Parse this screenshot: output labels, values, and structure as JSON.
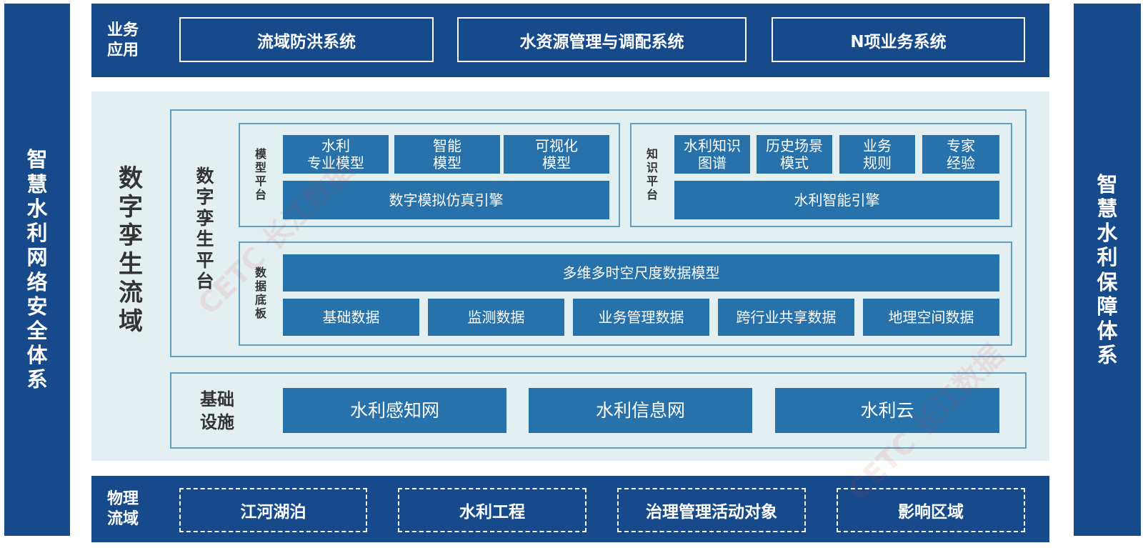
{
  "left_pillar": {
    "chars": [
      "智",
      "慧",
      "水",
      "利",
      "网",
      "络",
      "安",
      "全",
      "体",
      "系"
    ]
  },
  "right_pillar": {
    "chars": [
      "智",
      "慧",
      "水",
      "利",
      "保",
      "障",
      "体",
      "系"
    ]
  },
  "business_apps": {
    "label_lines": [
      "业务",
      "应用"
    ],
    "items": [
      "流域防洪系统",
      "水资源管理与调配系统",
      "N项业务系统"
    ]
  },
  "digital_twin_basin": {
    "title_chars": [
      "数",
      "字",
      "孪",
      "生",
      "流",
      "域"
    ]
  },
  "twin_platform": {
    "title_chars": [
      "数",
      "字",
      "孪",
      "生",
      "平",
      "台"
    ]
  },
  "model_platform": {
    "label_chars": [
      "模",
      "型",
      "平",
      "台"
    ],
    "models": [
      {
        "line1": "水利",
        "line2": "专业模型"
      },
      {
        "line1": "智能",
        "line2": "模型"
      },
      {
        "line1": "可视化",
        "line2": "模型"
      }
    ],
    "engine": "数字模拟仿真引擎"
  },
  "knowledge_platform": {
    "label_chars": [
      "知",
      "识",
      "平",
      "台"
    ],
    "items": [
      {
        "line1": "水利知识",
        "line2": "图谱"
      },
      {
        "line1": "历史场景",
        "line2": "模式"
      },
      {
        "line1": "业务",
        "line2": "规则"
      },
      {
        "line1": "专家",
        "line2": "经验"
      }
    ],
    "engine": "水利智能引擎"
  },
  "data_base": {
    "label_chars": [
      "数",
      "据",
      "底",
      "板"
    ],
    "model": "多维多时空尺度数据模型",
    "items": [
      "基础数据",
      "监测数据",
      "业务管理数据",
      "跨行业共享数据",
      "地理空间数据"
    ]
  },
  "infrastructure": {
    "label_lines": [
      "基础",
      "设施"
    ],
    "items": [
      "水利感知网",
      "水利信息网",
      "水利云"
    ]
  },
  "physical_basin": {
    "label_lines": [
      "物理",
      "流域"
    ],
    "items": [
      "江河湖泊",
      "水利工程",
      "治理管理活动对象",
      "影响区域"
    ]
  },
  "watermark_text": "CETC 长江数据"
}
